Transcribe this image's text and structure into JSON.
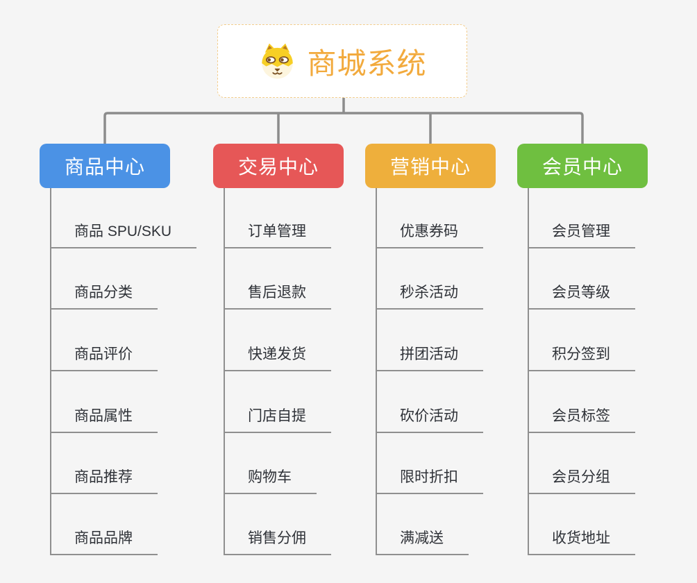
{
  "canvas": {
    "background_color": "#f5f5f5",
    "connector_color": "#8c8c8c",
    "leaf_line_color": "#8f8f8f",
    "leaf_text_color": "#2f3238"
  },
  "root": {
    "label": "商城系统",
    "icon": "dog-face-icon",
    "text_color": "#f2aa3d",
    "border_color": "#f3cd8c",
    "background_color": "#ffffff"
  },
  "branches": [
    {
      "label": "商品中心",
      "color": "#4b92e5",
      "items": [
        "商品 SPU/SKU",
        "商品分类",
        "商品评价",
        "商品属性",
        "商品推荐",
        "商品品牌"
      ]
    },
    {
      "label": "交易中心",
      "color": "#e65757",
      "items": [
        "订单管理",
        "售后退款",
        "快递发货",
        "门店自提",
        "购物车",
        "销售分佣"
      ]
    },
    {
      "label": "营销中心",
      "color": "#eeaf3c",
      "items": [
        "优惠券码",
        "秒杀活动",
        "拼团活动",
        "砍价活动",
        "限时折扣",
        "满减送"
      ]
    },
    {
      "label": "会员中心",
      "color": "#6fbf40",
      "items": [
        "会员管理",
        "会员等级",
        "积分签到",
        "会员标签",
        "会员分组",
        "收货地址"
      ]
    }
  ]
}
